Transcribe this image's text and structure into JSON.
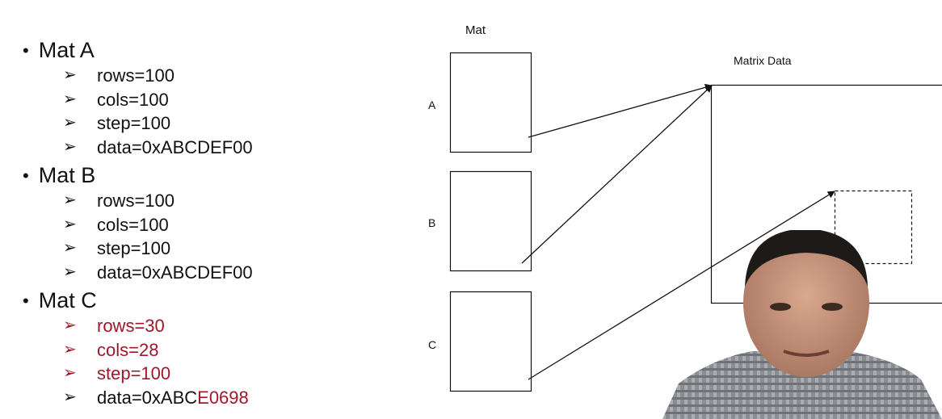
{
  "bullets": [
    {
      "title": "Mat A",
      "items": [
        {
          "text": "rows=100",
          "red": false
        },
        {
          "text": "cols=100",
          "red": false
        },
        {
          "text": "step=100",
          "red": false
        },
        {
          "text": "data=0xABCDEF00",
          "red": false
        }
      ]
    },
    {
      "title": "Mat B",
      "items": [
        {
          "text": "rows=100",
          "red": false
        },
        {
          "text": "cols=100",
          "red": false
        },
        {
          "text": "step=100",
          "red": false
        },
        {
          "text": "data=0xABCDEF00",
          "red": false
        }
      ]
    },
    {
      "title": "Mat C",
      "items": [
        {
          "text": "rows=30",
          "red": true
        },
        {
          "text": "cols=28",
          "red": true
        },
        {
          "text": "step=100",
          "red": true
        },
        {
          "text": "data=0xABC",
          "suffix": "E0698",
          "red": false
        }
      ]
    }
  ],
  "diagram": {
    "mat_label": "Mat",
    "matrix_label": "Matrix Data",
    "box_labels": [
      "A",
      "B",
      "C"
    ]
  },
  "colors": {
    "accent_red": "#a0172a",
    "text": "#111111",
    "background": "#ffffff"
  },
  "icons": {
    "bullet": "bullet-dot-icon",
    "sub_bullet": "arrowhead-icon"
  }
}
